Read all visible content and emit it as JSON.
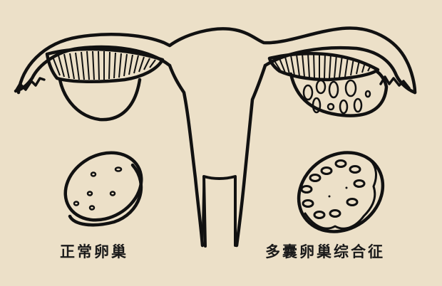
{
  "diagram": {
    "background_color": "#ece0c8",
    "ink_color": "#111111",
    "subject": "uterus-with-ovaries",
    "labels": {
      "normal_ovary": "正常卵巢",
      "pcos_ovary": "多囊卵巢综合征"
    },
    "parts": [
      {
        "name": "uterus",
        "position": "center"
      },
      {
        "name": "left-fallopian-tube",
        "position": "left"
      },
      {
        "name": "right-fallopian-tube",
        "position": "right"
      },
      {
        "name": "left-ovary-normal",
        "position": "upper-left"
      },
      {
        "name": "right-ovary-polycystic",
        "position": "upper-right"
      },
      {
        "name": "normal-ovary-cross-section",
        "position": "lower-left",
        "follicle_count": 6
      },
      {
        "name": "pcos-ovary-cross-section",
        "position": "lower-right",
        "follicle_count": 12
      }
    ]
  }
}
